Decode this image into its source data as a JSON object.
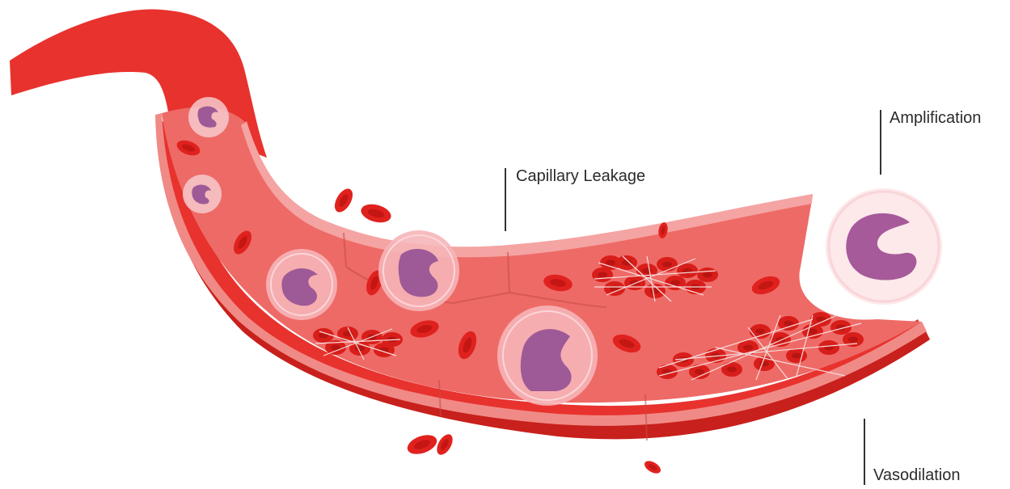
{
  "labels": {
    "capillary_leakage": "Capillary Leakage",
    "amplification": "Amplification",
    "vasodilation": "Vasodilation"
  },
  "colors": {
    "vessel_outer": "#e8322e",
    "vessel_dark": "#c8201c",
    "vessel_inner": "#f07a76",
    "vessel_lumen": "#ee6a66",
    "vessel_rim": "#f4a4a2",
    "rbc": "#e0221f",
    "rbc_center": "#c41713",
    "wbc_membrane": "#f6c9cd",
    "wbc_nucleus": "#9e5a96",
    "text": "#2b2b2b"
  }
}
